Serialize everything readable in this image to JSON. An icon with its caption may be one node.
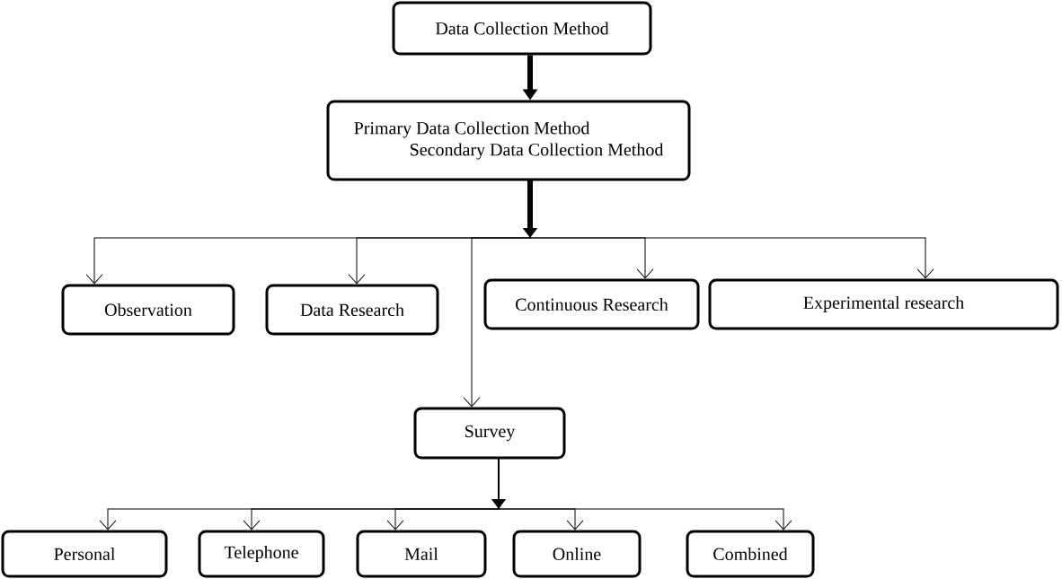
{
  "diagram": {
    "nodes": [
      {
        "text": [
          "Data Collection Method"
        ]
      },
      {
        "text": [
          "Primary Data Collection Method",
          "Secondary Data Collection Method"
        ]
      },
      {
        "text": [
          "Observation"
        ]
      },
      {
        "text": [
          "Data Research"
        ]
      },
      {
        "text": [
          "Continuous Research"
        ]
      },
      {
        "text": [
          "Experimental research"
        ]
      },
      {
        "text": [
          "Survey"
        ]
      },
      {
        "text": [
          "Personal"
        ]
      },
      {
        "text": [
          "Telephone"
        ]
      },
      {
        "text": [
          "Mail"
        ]
      },
      {
        "text": [
          "Online"
        ]
      },
      {
        "text": [
          "Combined"
        ]
      }
    ],
    "edges": [
      {
        "from": 0,
        "to": 1,
        "arrow": "to",
        "style": "thick"
      },
      {
        "from": 1,
        "to": 2,
        "arrow": "to"
      },
      {
        "from": 1,
        "to": 3,
        "arrow": "to"
      },
      {
        "from": 1,
        "to": 6,
        "arrow": "to"
      },
      {
        "from": 1,
        "to": 4,
        "arrow": "to"
      },
      {
        "from": 1,
        "to": 5,
        "arrow": "to"
      },
      {
        "from": 6,
        "to": 7,
        "arrow": "to"
      },
      {
        "from": 6,
        "to": 8,
        "arrow": "to"
      },
      {
        "from": 6,
        "to": 9,
        "arrow": "to"
      },
      {
        "from": 6,
        "to": 10,
        "arrow": "to"
      },
      {
        "from": 6,
        "to": 11,
        "arrow": "to"
      }
    ]
  }
}
